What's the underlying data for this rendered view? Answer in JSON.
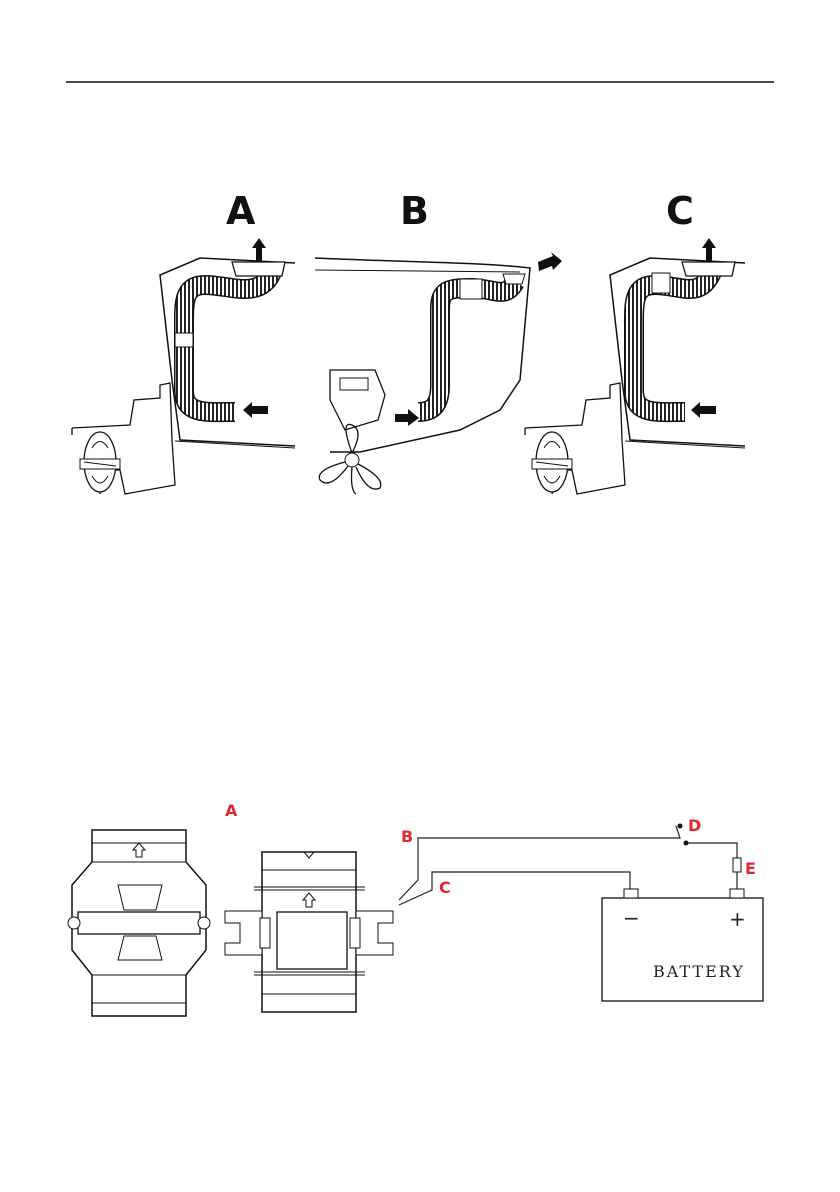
{
  "installation_figure": {
    "labels": [
      "A",
      "B",
      "C"
    ]
  },
  "wiring_figure": {
    "label_a": "A",
    "label_b": "B",
    "label_c": "C",
    "label_d": "D",
    "label_e": "E",
    "battery_text": "BATTERY",
    "battery_negative": "−",
    "battery_positive": "+"
  },
  "colors": {
    "label_red": "#e0282e",
    "line": "#111111"
  }
}
